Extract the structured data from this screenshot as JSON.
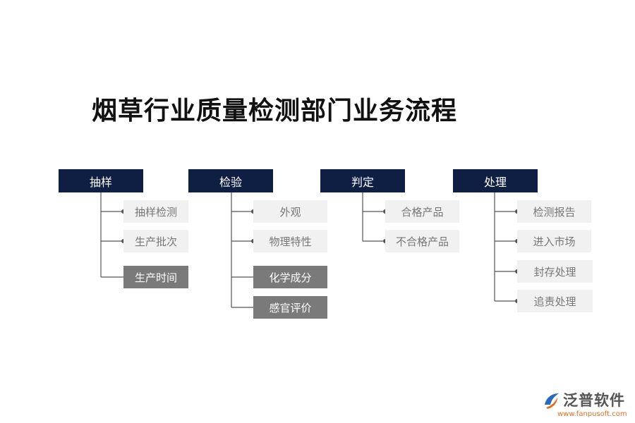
{
  "title": "烟草行业质量检测部门业务流程",
  "columns": [
    {
      "header": "抽样",
      "items": [
        "抽样检测",
        "生产批次",
        "生产时间"
      ]
    },
    {
      "header": "检验",
      "items": [
        "外观",
        "物理特性",
        "化学成分",
        "感官评价"
      ]
    },
    {
      "header": "判定",
      "items": [
        "合格产品",
        "不合格产品"
      ]
    },
    {
      "header": "处理",
      "items": [
        "检测报告",
        "进入市场",
        "封存处理",
        "追责处理"
      ]
    }
  ],
  "logo": {
    "name": "泛普软件",
    "url": "www.fanpusoft.com"
  },
  "colors": {
    "header_bg": "#0f1f44",
    "item_light_bg": "#f1f1f1",
    "item_dark_bg": "#7a7a7a",
    "connector": "#555555"
  }
}
